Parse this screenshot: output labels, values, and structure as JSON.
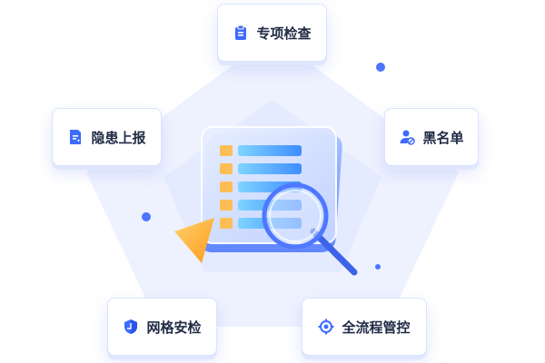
{
  "features": {
    "inspection": {
      "label": "专项检查",
      "icon": "clipboard-icon"
    },
    "hazard": {
      "label": "隐患上报",
      "icon": "report-doc-icon"
    },
    "blacklist": {
      "label": "黑名单",
      "icon": "user-block-icon"
    },
    "grid": {
      "label": "网格安检",
      "icon": "shield-icon"
    },
    "process": {
      "label": "全流程管控",
      "icon": "target-control-icon"
    }
  },
  "colors": {
    "accent": "#3d6bff",
    "text": "#1f2a44",
    "pentagon_outer": "#eef2ff",
    "pentagon_inner": "#e2e9ff",
    "highlight": "#ffb84d"
  }
}
